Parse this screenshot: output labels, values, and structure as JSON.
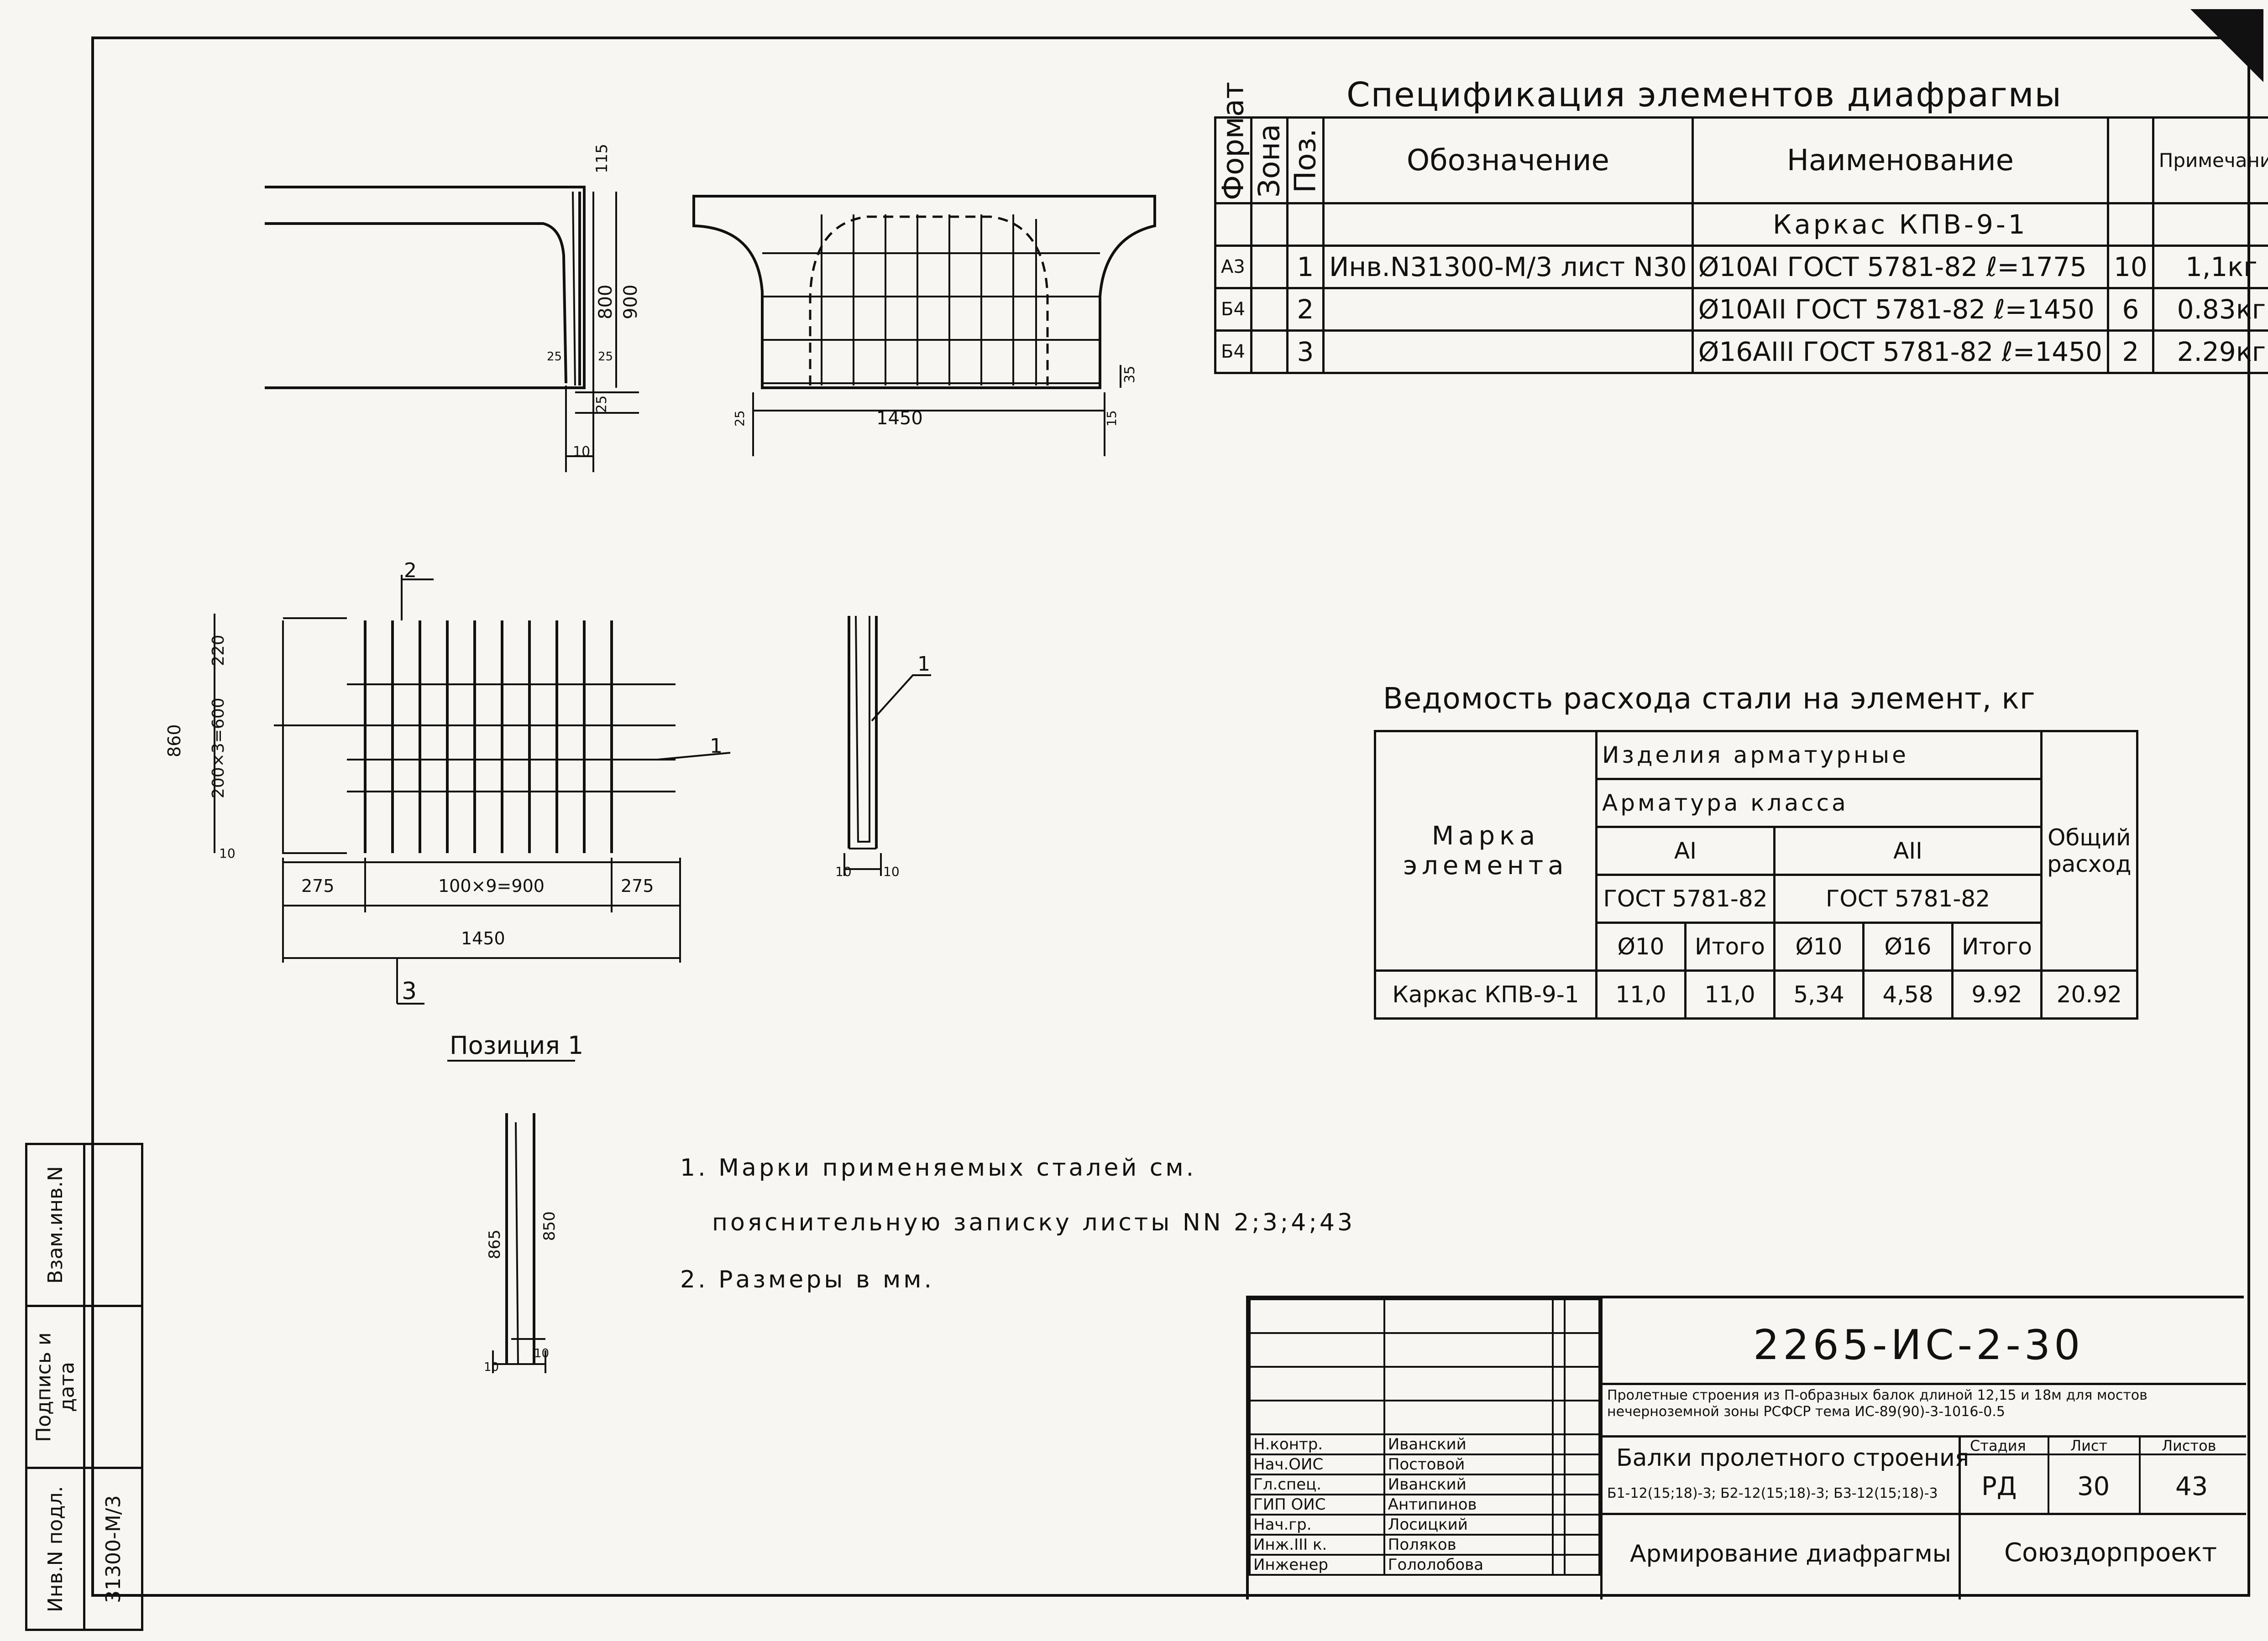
{
  "spec_title": "Спецификация элементов диафрагмы",
  "spec": {
    "headers": [
      "Формат",
      "Зона",
      "Поз.",
      "Обозначение",
      "Наименование",
      "",
      "Примечание"
    ],
    "group_label": "Каркас КПВ-9-1",
    "rows": [
      {
        "format": "А3",
        "pos": "1",
        "designation": "Инв.N31300-М/3 лист N30",
        "name": "Ø10АI ГОСТ 5781-82 ℓ=1775",
        "qty": "10",
        "note": "1,1кг"
      },
      {
        "format": "Б4",
        "pos": "2",
        "designation": "",
        "name": "Ø10АII ГОСТ 5781-82 ℓ=1450",
        "qty": "6",
        "note": "0.83кг"
      },
      {
        "format": "Б4",
        "pos": "3",
        "designation": "",
        "name": "Ø16АIII ГОСТ 5781-82 ℓ=1450",
        "qty": "2",
        "note": "2.29кг"
      }
    ]
  },
  "ved_title": "Ведомость расхода стали на элемент, кг",
  "ved": {
    "mark_header": "Марка элемента",
    "group_header": "Изделия арматурные",
    "class_header": "Арматура класса",
    "class1": "АI",
    "class2": "АII",
    "gost1": "ГОСТ 5781-82",
    "gost2": "ГОСТ 5781-82",
    "total_header": "Общий расход",
    "sub_headers": [
      "Ø10",
      "Итого",
      "Ø10",
      "Ø16",
      "Итого"
    ],
    "row": {
      "mark": "Каркас КПВ-9-1",
      "values": [
        "11,0",
        "11,0",
        "5,34",
        "4,58",
        "9.92"
      ],
      "total": "20.92"
    }
  },
  "drawings": {
    "section_a": {
      "dims": [
        "115",
        "800",
        "900",
        "25",
        "25",
        "25",
        "10"
      ]
    },
    "elevation": {
      "dims": [
        "1450",
        "25",
        "15",
        "35"
      ]
    },
    "frame": {
      "dims": [
        "220",
        "200×3=600",
        "860",
        "275",
        "100×9=900",
        "275",
        "1450",
        "10"
      ],
      "callouts": [
        "2",
        "1",
        "3"
      ]
    },
    "side": {
      "dims": [
        "10",
        "10"
      ],
      "callout": "1"
    },
    "pos1": {
      "label": "Позиция 1",
      "dims": [
        "865",
        "850",
        "10",
        "10"
      ]
    }
  },
  "notes": [
    "1. Марки применяемых сталей см.",
    "пояснительную записку листы NN 2;3;4;43",
    "2. Размеры в мм."
  ],
  "side_stamp": {
    "col1": "Инв.N подл.",
    "col2": "Подпись и дата",
    "col3": "Взам.инв.N",
    "value": "31300-М/3"
  },
  "title_block": {
    "code": "2265-ИС-2-30",
    "project": "Пролетные строения из П-образных балок длиной 12,15 и 18м для мостов нечерноземной зоны РСФСР тема ИС-89(90)-3-1016-0.5",
    "product": "Балки пролетного строения",
    "product_marks": "Б1-12(15;18)-3; Б2-12(15;18)-3; Б3-12(15;18)-3",
    "drawing_name": "Армирование диафрагмы",
    "org": "Союздорпроект",
    "stage_label": "Стадия",
    "sheet_label": "Лист",
    "sheets_label": "Листов",
    "stage": "РД",
    "sheet": "30",
    "sheets": "43",
    "signatures": [
      {
        "role": "Н.контр.",
        "name": "Иванский"
      },
      {
        "role": "Нач.ОИС",
        "name": "Постовой"
      },
      {
        "role": "Гл.спец.",
        "name": "Иванский"
      },
      {
        "role": "ГИП ОИС",
        "name": "Антипинов"
      },
      {
        "role": "Нач.гр.",
        "name": "Лосицкий"
      },
      {
        "role": "Инж.III к.",
        "name": "Поляков"
      },
      {
        "role": "Инженер",
        "name": "Гололобова"
      }
    ]
  }
}
